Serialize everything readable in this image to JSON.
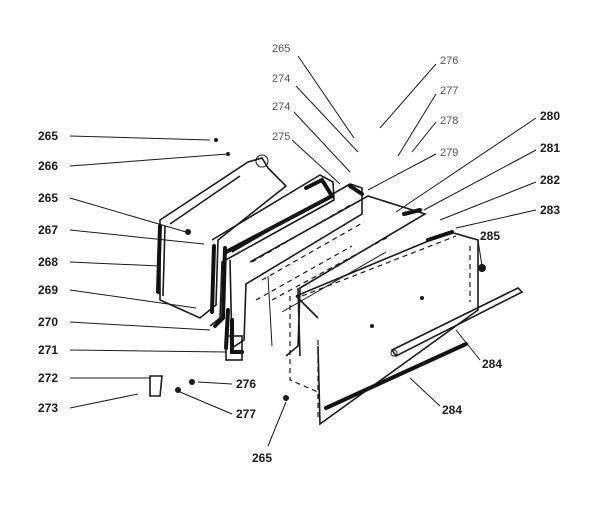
{
  "diagram": {
    "labels": {
      "l265a": "265",
      "l266": "266",
      "l265b": "265",
      "l267": "267",
      "l268": "268",
      "l269": "269",
      "l270": "270",
      "l271": "271",
      "l272": "272",
      "l273": "273",
      "l276": "276",
      "l277": "277",
      "l265c": "265",
      "l280": "280",
      "l281": "281",
      "l282": "282",
      "l283": "283",
      "l285": "285",
      "l284a": "284",
      "l284b": "284",
      "t265": "265",
      "t274a": "274",
      "t274b": "274",
      "t275": "275",
      "t276": "276",
      "t277": "277",
      "t278": "278",
      "t279": "279"
    }
  }
}
